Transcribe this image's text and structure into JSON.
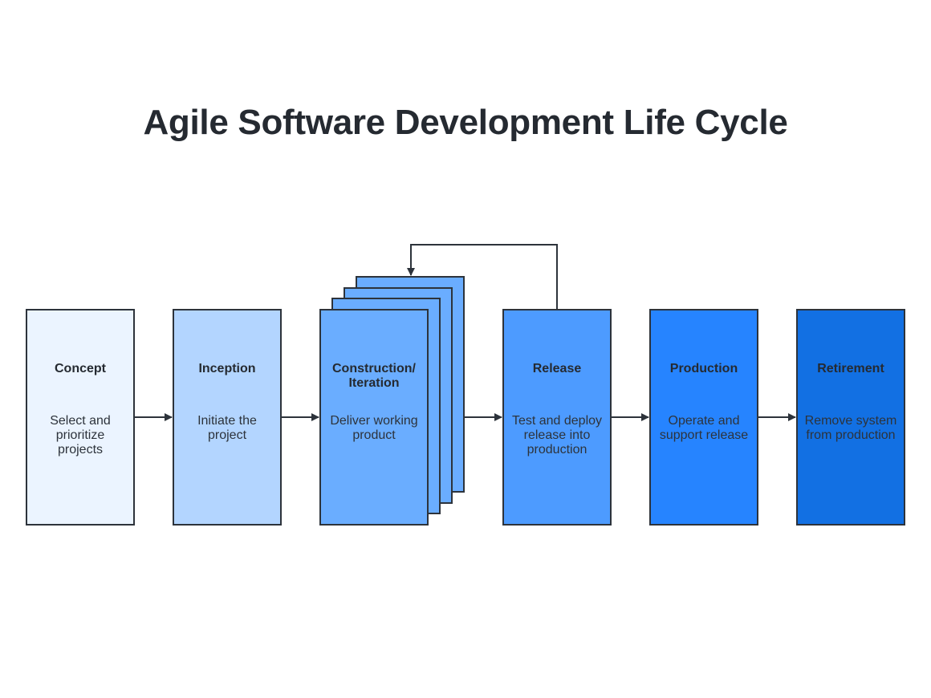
{
  "title": "Agile Software Development Life Cycle",
  "colors": {
    "stroke": "#2d333b",
    "text": "#252a31",
    "concept": "#ebf4ff",
    "inception": "#b3d5ff",
    "construction": "#6aadff",
    "release": "#4d9bff",
    "production": "#2684ff",
    "retirement": "#1270e3"
  },
  "stages": [
    {
      "label": "Concept",
      "description": "Select and prioritize projects"
    },
    {
      "label": "Inception",
      "description": "Initiate the project"
    },
    {
      "label": "Construction/ Iteration",
      "description": "Deliver working product"
    },
    {
      "label": "Release",
      "description": "Test and deploy release into production"
    },
    {
      "label": "Production",
      "description": "Operate and support release"
    },
    {
      "label": "Retirement",
      "description": "Remove system from production"
    }
  ],
  "connectors": [
    {
      "from": "Concept",
      "to": "Inception"
    },
    {
      "from": "Inception",
      "to": "Construction/ Iteration"
    },
    {
      "from": "Construction/ Iteration",
      "to": "Release"
    },
    {
      "from": "Release",
      "to": "Production"
    },
    {
      "from": "Production",
      "to": "Retirement"
    },
    {
      "from": "Release",
      "to": "Construction/ Iteration",
      "type": "feedback-loop"
    }
  ]
}
